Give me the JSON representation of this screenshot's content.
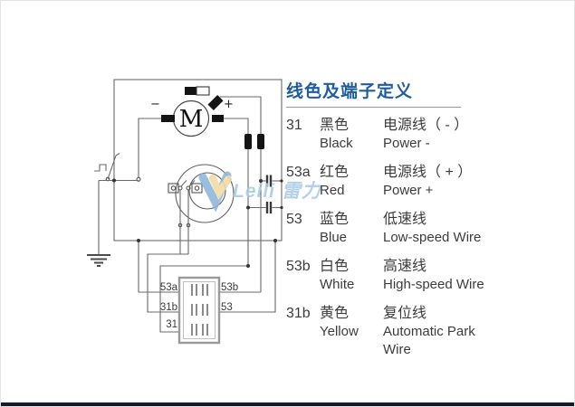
{
  "page": {
    "footer_bar_color": "#131a2e",
    "background": "#ffffff"
  },
  "legend": {
    "title": "线色及端子定义",
    "title_color": "#1e5c9e",
    "text_color": "#3c3c3c",
    "rows": [
      {
        "terminal": "31",
        "color_cn": "黑色",
        "color_en": "Black",
        "def_cn": "电源线（ - ）",
        "def_en": "Power -"
      },
      {
        "terminal": "53a",
        "color_cn": "红色",
        "color_en": "Red",
        "def_cn": "电源线（ + ）",
        "def_en": "Power +"
      },
      {
        "terminal": "53",
        "color_cn": "蓝色",
        "color_en": "Blue",
        "def_cn": "低速线",
        "def_en": "Low-speed Wire"
      },
      {
        "terminal": "53b",
        "color_cn": "白色",
        "color_en": "White",
        "def_cn": "高速线",
        "def_en": "High-speed Wire"
      },
      {
        "terminal": "31b",
        "color_cn": "黄色",
        "color_en": "Yellow",
        "def_cn": "复位线",
        "def_en": "Automatic Park Wire"
      }
    ]
  },
  "diagram": {
    "motor_label": "M",
    "minus_label": "−",
    "plus_label": "+",
    "pin_labels": {
      "top_left": "53a",
      "top_right": "53b",
      "mid_left": "31b",
      "mid_right": "53",
      "bottom_left": "31"
    }
  },
  "watermark": {
    "text": "Leili 雷力",
    "text_color": "#a9cbe6",
    "v_blue": "#8cb6da",
    "v_yellow": "#f1dba2"
  }
}
